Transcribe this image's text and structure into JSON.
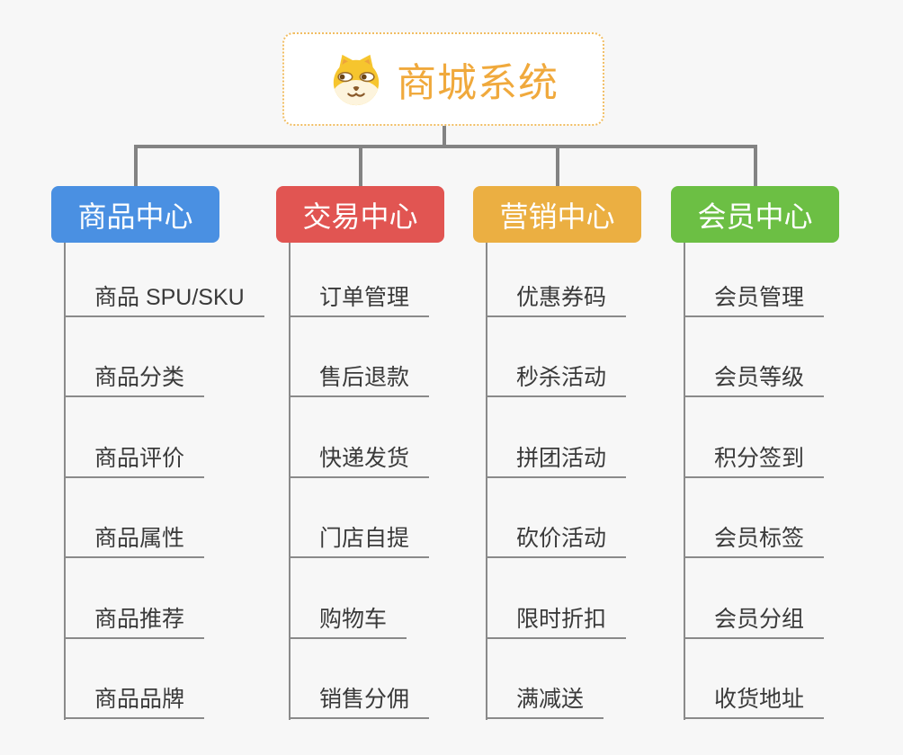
{
  "page": {
    "background": "#f7f7f7",
    "connector_color": "#838383",
    "item_line_color": "#8a8a8a"
  },
  "root": {
    "title": "商城系统",
    "icon": "dog-face-icon",
    "text_color": "#f0a93c",
    "border_color": "#f1bd62"
  },
  "branches": [
    {
      "label": "商品中心",
      "color": "#4a90e2",
      "items": [
        "商品 SPU/SKU",
        "商品分类",
        "商品评价",
        "商品属性",
        "商品推荐",
        "商品品牌"
      ]
    },
    {
      "label": "交易中心",
      "color": "#e15552",
      "items": [
        "订单管理",
        "售后退款",
        "快递发货",
        "门店自提",
        "购物车",
        "销售分佣"
      ]
    },
    {
      "label": "营销中心",
      "color": "#ebaf42",
      "items": [
        "优惠券码",
        "秒杀活动",
        "拼团活动",
        "砍价活动",
        "限时折扣",
        "满减送"
      ]
    },
    {
      "label": "会员中心",
      "color": "#6cbf44",
      "items": [
        "会员管理",
        "会员等级",
        "积分签到",
        "会员标签",
        "会员分组",
        "收货地址"
      ]
    }
  ]
}
